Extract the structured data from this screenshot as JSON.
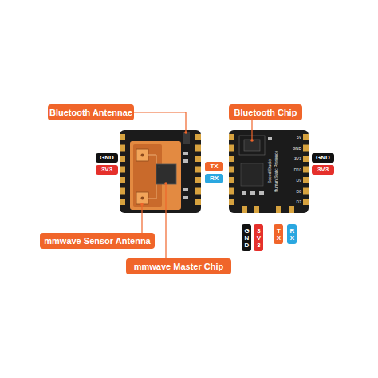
{
  "diagram": {
    "nodes": [
      {
        "text": [
          "Bluetooth Antennae"
        ]
      },
      {
        "text": [
          "Bluetooth Chip"
        ]
      },
      {
        "text": [
          "GND"
        ]
      },
      {
        "text": [
          "GND"
        ]
      },
      {
        "text": [
          "TX"
        ]
      },
      {
        "text": [
          "3V3"
        ]
      },
      {
        "text": [
          "3V3"
        ]
      },
      {
        "text": [
          "RX"
        ]
      },
      {
        "text": [
          "GND"
        ]
      },
      {
        "text": [
          "3V3"
        ]
      },
      {
        "text": [
          "TX"
        ]
      },
      {
        "text": [
          "RX"
        ]
      },
      {
        "text": [
          "mmwave Sensor Antenna"
        ]
      },
      {
        "text": [
          "mmwave Master Chip"
        ]
      }
    ],
    "labels": [
      "5V",
      "GND",
      "3V3",
      "D10",
      "D9",
      "D8",
      "D7",
      "Seeed Studio",
      "Human Static Presence"
    ]
  }
}
